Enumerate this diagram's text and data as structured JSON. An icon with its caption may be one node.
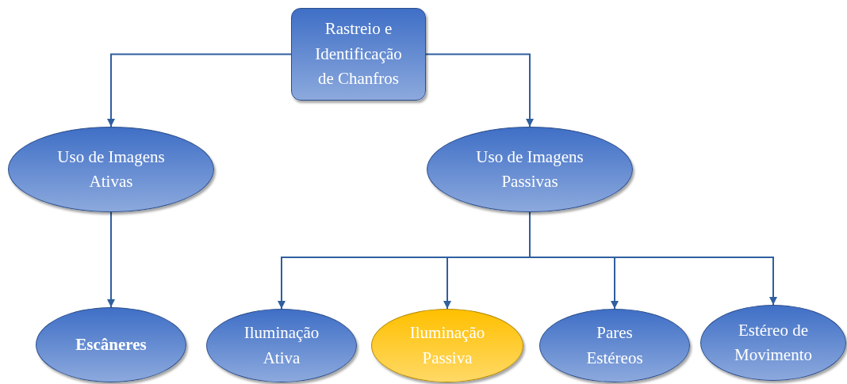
{
  "diagram": {
    "nodes": [
      {
        "text": [
          "Rastreio e Identificação de Chanfros"
        ]
      },
      {
        "text": [
          "Uso de Imagens Ativas"
        ]
      },
      {
        "text": [
          "Uso de Imagens Passivas"
        ]
      },
      {
        "text": [
          "Escâneres"
        ]
      },
      {
        "text": [
          "Iluminação Ativa"
        ]
      },
      {
        "text": [
          "Iluminação Passiva"
        ]
      },
      {
        "text": [
          "Pares Estéreos"
        ]
      },
      {
        "text": [
          "Estéreo de Movimento"
        ]
      }
    ],
    "edges": [
      {
        "from": 0,
        "to": 1,
        "arrow": "to"
      },
      {
        "from": 0,
        "to": 2,
        "arrow": "to"
      },
      {
        "from": 1,
        "to": 3,
        "arrow": "to"
      },
      {
        "from": 2,
        "to": 4,
        "arrow": "to"
      },
      {
        "from": 2,
        "to": 5,
        "arrow": "to"
      },
      {
        "from": 2,
        "to": 6,
        "arrow": "to"
      },
      {
        "from": 2,
        "to": 7,
        "arrow": "to"
      }
    ]
  }
}
